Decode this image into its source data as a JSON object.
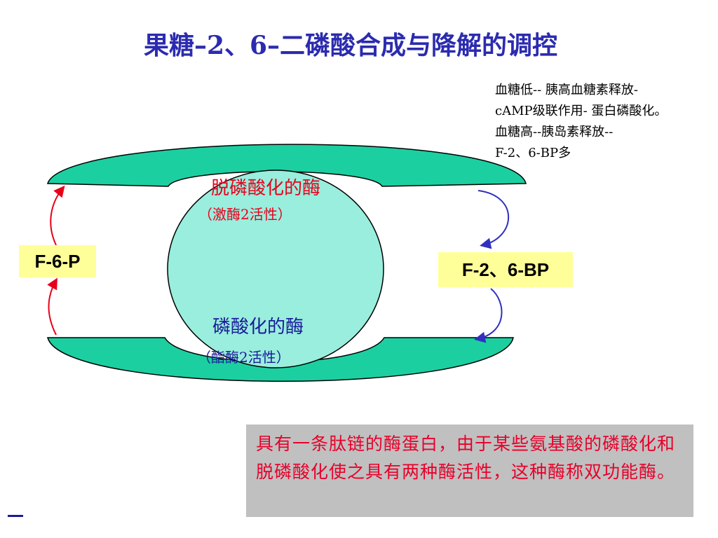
{
  "title": "果糖–2、6–二磷酸合成与降解的调控",
  "note": {
    "line1": "血糖低-- 胰高血糖素释放-",
    "line2": "cAMP级联作用- 蛋白磷酸化。",
    "line3": "血糖高--胰岛素释放--",
    "line4": "F-2、6-BP多"
  },
  "left_label": "F-6-P",
  "right_label": "F-2、6-BP",
  "dephosphorylated": {
    "title": "脱磷酸化的酶",
    "subtitle": "（激酶2活性）"
  },
  "phosphorylated": {
    "title": "磷酸化的酶",
    "subtitle": "（酯酶2活性）"
  },
  "explanation": "具有一条肽链的酶蛋白，由于某些氨基酸的磷酸化和脱磷酸化使之具有两种酶活性，这种酶称双功能酶。",
  "colors": {
    "enzyme_band": "#1ccfa0",
    "enzyme_core": "#99eedd",
    "red_arrow": "#e8001a",
    "blue_arrow": "#3030c0",
    "label_bg": "#ffff99",
    "explain_bg": "#c0c0c0"
  }
}
